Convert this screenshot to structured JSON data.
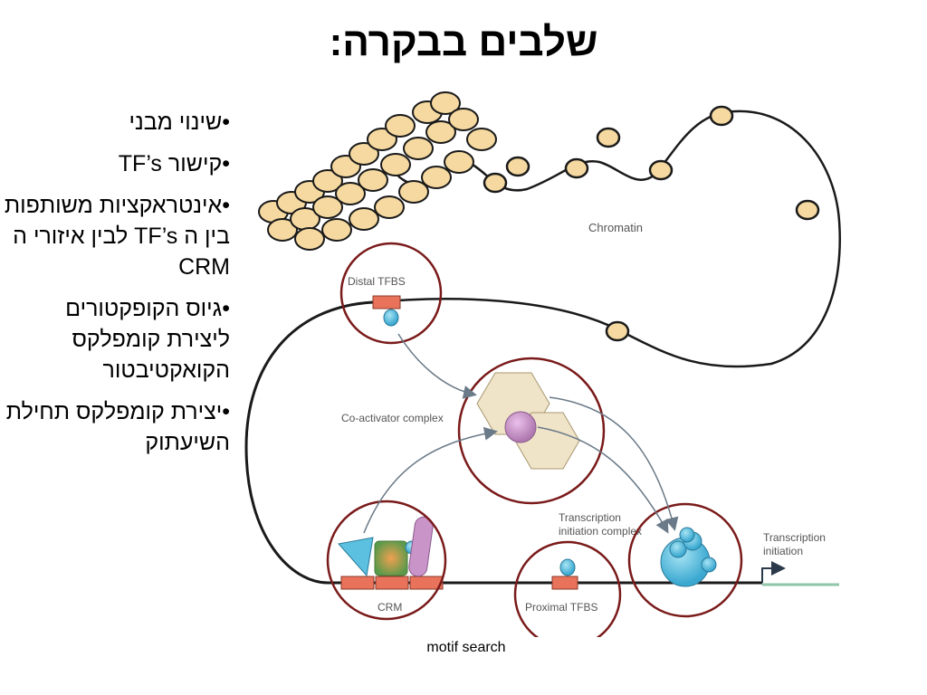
{
  "slide": {
    "title": "שלבים בבקרה:",
    "bullets": [
      "שינוי מבני",
      "קישור TF’s",
      "אינטראקציות משותפות בין ה TF’s לבין איזורי ה CRM",
      "גיוס הקופקטורים ליצירת קומפלקס הקואקטיבטור",
      "יצירת קומפלקס תחילת השיעתוק"
    ],
    "bullet_mark": "•",
    "caption": "motif search"
  },
  "diagram": {
    "labels": {
      "chromatin": "Chromatin",
      "distal_tfbs": "Distal TFBS",
      "coactivator": "Co-activator complex",
      "tic_line1": "Transcription",
      "tic_line2": "initiation complex",
      "ti_line1": "Transcription",
      "ti_line2": "initiation",
      "crm": "CRM",
      "proximal_tfbs": "Proximal TFBS"
    },
    "colors": {
      "circle": "#7a1a1a",
      "dna": "#1a1a1a",
      "tfbs": "#e8735a",
      "tf_blue": "#5cc0e0",
      "hexagon": "#efe3c8",
      "coactivator_sphere": "#c994c8",
      "nucleosome": "#f5d9a0",
      "transcript": "#8fc6a8",
      "arrow": "#6a7a88",
      "label": "#555555"
    }
  }
}
